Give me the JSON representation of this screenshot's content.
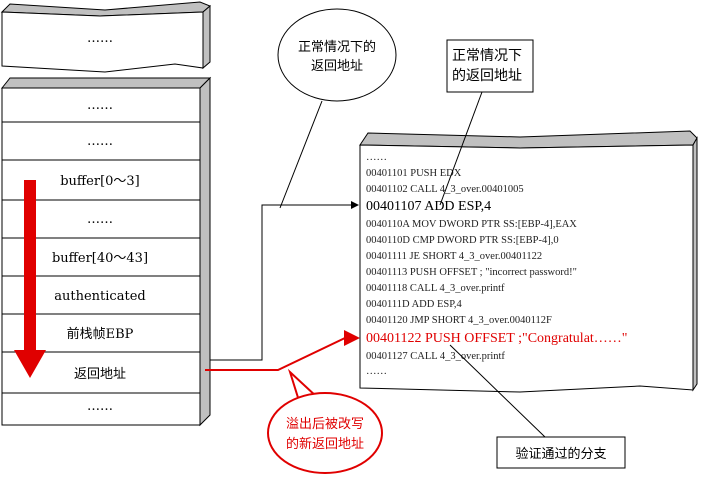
{
  "top_block": {
    "label": "……"
  },
  "stack": {
    "rows": [
      "……",
      "……",
      "buffer[0～3]",
      "……",
      "buffer[40～43]",
      "authenticated",
      "前栈帧EBP",
      "返回地址",
      "……"
    ]
  },
  "callout_ellipse": {
    "line1": "正常情况下的",
    "line2": "返回地址"
  },
  "callout_box": {
    "line1": "正常情况下",
    "line2": "的返回地址"
  },
  "callout_branch": {
    "label": "验证通过的分支"
  },
  "callout_red": {
    "line1": "溢出后被改写",
    "line2": "的新返回地址"
  },
  "code": {
    "lines": [
      "……",
      "00401101 PUSH EDX",
      "00401102 CALL 4_3_over.00401005",
      "00401107 ADD ESP,4",
      "0040110A MOV DWORD PTR SS:[EBP-4],EAX",
      "0040110D CMP DWORD PTR SS:[EBP-4],0",
      "00401111 JE SHORT 4_3_over.00401122",
      "00401113 PUSH OFFSET ; \"incorrect password!\"",
      "00401118 CALL 4_3_over.printf",
      "0040111D ADD ESP,4",
      "00401120 JMP SHORT 4_3_over.0040112F",
      "00401122 PUSH OFFSET ;\"Congratulat……\"",
      "00401127 CALL 4_3_over.printf",
      "……"
    ]
  },
  "colors": {
    "accent_red": "#e00000",
    "side_gray": "#c0c0c0"
  }
}
